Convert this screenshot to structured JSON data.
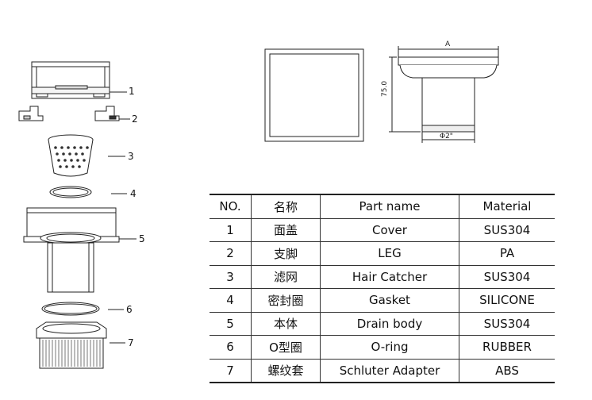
{
  "callouts": [
    "1",
    "2",
    "3",
    "4",
    "5",
    "6",
    "7"
  ],
  "dimensions": {
    "width": "A",
    "height": "75.0",
    "diameter": "Φ2\""
  },
  "table": {
    "headers": [
      "NO.",
      "名称",
      "Part name",
      "Material"
    ],
    "rows": [
      [
        "1",
        "面盖",
        "Cover",
        "SUS304"
      ],
      [
        "2",
        "支脚",
        "LEG",
        "PA"
      ],
      [
        "3",
        "滤网",
        "Hair Catcher",
        "SUS304"
      ],
      [
        "4",
        "密封圈",
        "Gasket",
        "SILICONE"
      ],
      [
        "5",
        "本体",
        "Drain body",
        "SUS304"
      ],
      [
        "6",
        "O型圈",
        "O-ring",
        "RUBBER"
      ],
      [
        "7",
        "螺纹套",
        "Schluter Adapter",
        "ABS"
      ]
    ]
  }
}
